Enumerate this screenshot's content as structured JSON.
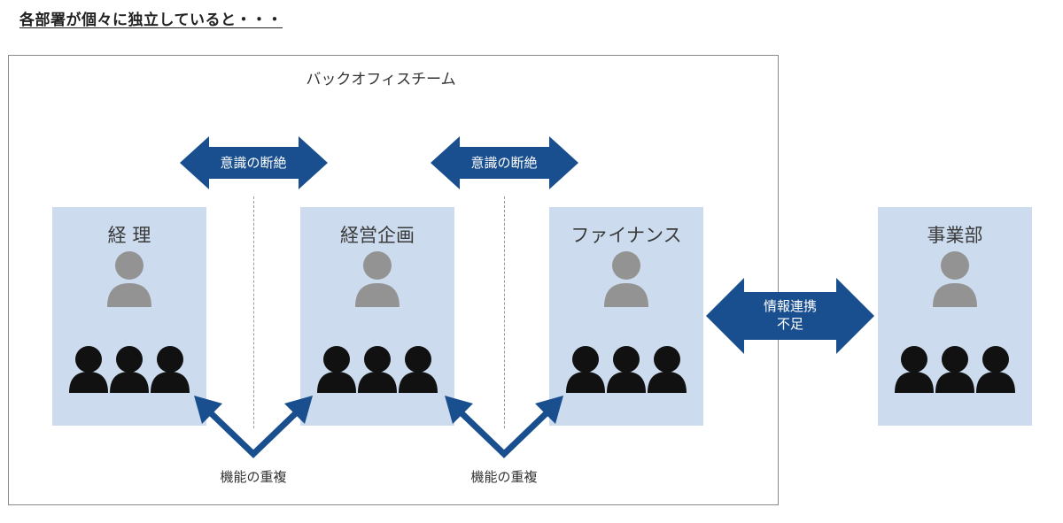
{
  "page_title": "各部署が個々に独立していると・・・",
  "team_label": "バックオフィスチーム",
  "departments": [
    {
      "name": "経 理"
    },
    {
      "name": "経営企画"
    },
    {
      "name": "ファイナンス"
    },
    {
      "name": "事業部"
    }
  ],
  "gap_arrows": [
    {
      "label": "意識の断絶"
    },
    {
      "label": "意識の断絶"
    }
  ],
  "info_arrow": {
    "line1": "情報連携",
    "line2": "不足"
  },
  "overlap_labels": [
    {
      "label": "機能の重複"
    },
    {
      "label": "機能の重複"
    }
  ],
  "colors": {
    "arrow_blue": "#1a4f8f",
    "dept_fill": "#ccdcee",
    "manager_grey": "#939393",
    "member_black": "#111111",
    "frame_grey": "#8a8a8a"
  },
  "icons": {
    "manager": "person-icon-grey",
    "member": "person-icon-black"
  }
}
